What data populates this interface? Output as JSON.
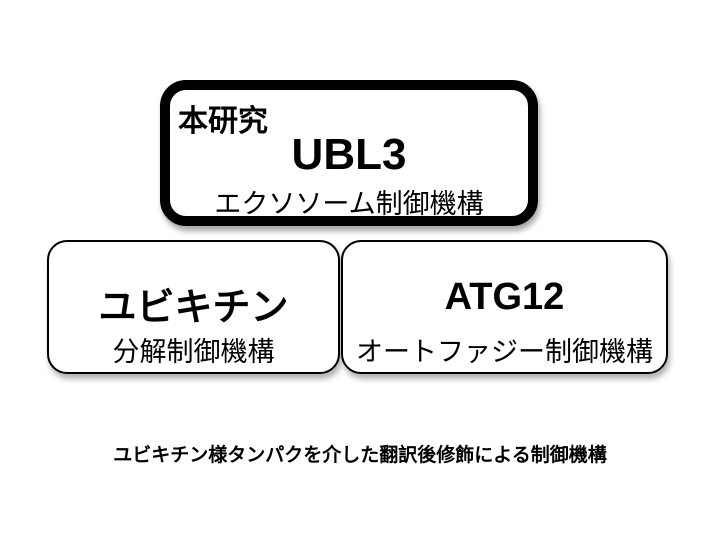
{
  "top_box": {
    "tag": "本研究",
    "title": "UBL3",
    "subtitle": "エクソソーム制御機構"
  },
  "left_box": {
    "title": "ユビキチン",
    "subtitle": "分解制御機構"
  },
  "right_box": {
    "title": "ATG12",
    "subtitle": "オートファジー制御機構"
  },
  "caption": "ユビキチン様タンパクを介した翻訳後修飾による制御機構"
}
